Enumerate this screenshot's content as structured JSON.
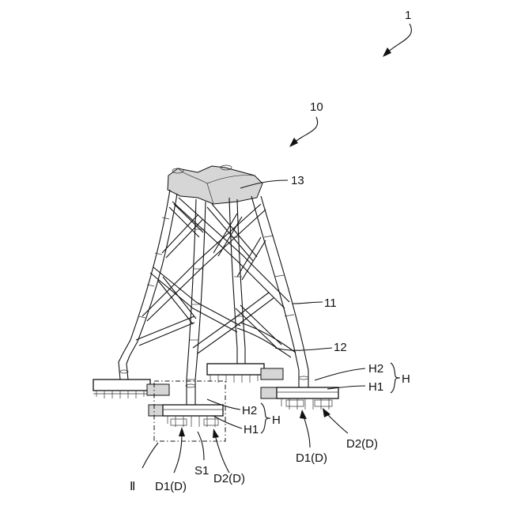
{
  "labels": {
    "ref_1": "1",
    "ref_10": "10",
    "ref_13": "13",
    "ref_11": "11",
    "ref_12": "12",
    "ref_H2_right": "H2",
    "ref_H1_right": "H1",
    "ref_H_right": "H",
    "ref_H2_front": "H2",
    "ref_H1_front": "H1",
    "ref_H_front": "H",
    "ref_D1D_right": "D1(D)",
    "ref_D2D_right": "D2(D)",
    "ref_II": "Ⅱ",
    "ref_D1D_front": "D1(D)",
    "ref_S1": "S1",
    "ref_D2D_front": "D2(D)"
  }
}
